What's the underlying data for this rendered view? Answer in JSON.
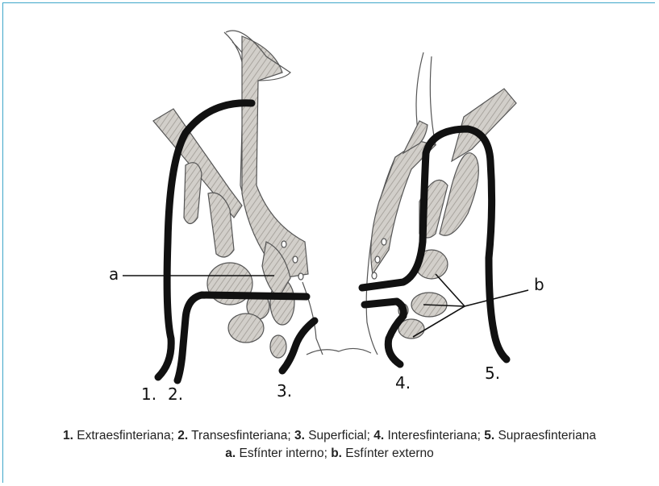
{
  "labels": {
    "one": "1.",
    "two": "2.",
    "three": "3.",
    "four": "4.",
    "five": "5.",
    "a": "a",
    "b": "b"
  },
  "caption": {
    "line1": [
      {
        "num": "1.",
        "text": " Extraesfinteriana; "
      },
      {
        "num": "2.",
        "text": " Transesfinteriana; "
      },
      {
        "num": "3.",
        "text": " Superficial; "
      },
      {
        "num": "4.",
        "text": " Interesfinteriana; "
      },
      {
        "num": "5.",
        "text": " Supraesfinteriana"
      }
    ],
    "line2": [
      {
        "num": "a.",
        "text": " Esfínter interno; "
      },
      {
        "num": "b.",
        "text": " Esfínter externo"
      }
    ]
  },
  "colors": {
    "border": "#3fa7c9",
    "tissue": "#c9c6c0",
    "ink": "#111111"
  }
}
